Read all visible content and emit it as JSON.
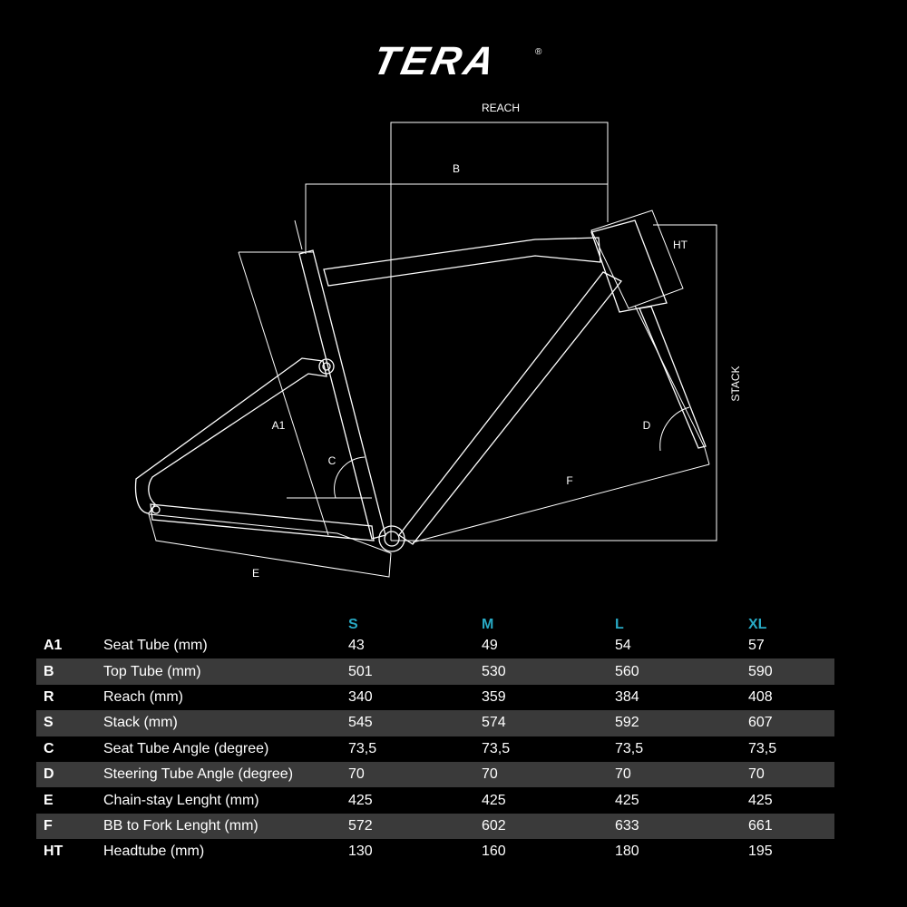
{
  "brand": {
    "logo_text": "TERA",
    "registered_mark": "®"
  },
  "diagram": {
    "labels": {
      "reach": "REACH",
      "b": "B",
      "ht": "HT",
      "stack": "STACK",
      "a1": "A1",
      "c": "C",
      "d": "D",
      "e": "E",
      "f": "F"
    }
  },
  "table": {
    "sizes": [
      "S",
      "M",
      "L",
      "XL"
    ],
    "rows": [
      {
        "code": "A1",
        "name": "Seat Tube (mm)",
        "values": [
          "43",
          "49",
          "54",
          "57"
        ]
      },
      {
        "code": "B",
        "name": "Top Tube (mm)",
        "values": [
          "501",
          "530",
          "560",
          "590"
        ]
      },
      {
        "code": "R",
        "name": "Reach (mm)",
        "values": [
          "340",
          "359",
          "384",
          "408"
        ]
      },
      {
        "code": "S",
        "name": "Stack (mm)",
        "values": [
          "545",
          "574",
          "592",
          "607"
        ]
      },
      {
        "code": "C",
        "name": "Seat Tube Angle (degree)",
        "values": [
          "73,5",
          "73,5",
          "73,5",
          "73,5"
        ]
      },
      {
        "code": "D",
        "name": "Steering Tube Angle (degree)",
        "values": [
          "70",
          "70",
          "70",
          "70"
        ]
      },
      {
        "code": "E",
        "name": "Chain-stay Lenght (mm)",
        "values": [
          "425",
          "425",
          "425",
          "425"
        ]
      },
      {
        "code": "F",
        "name": "BB to Fork Lenght (mm)",
        "values": [
          "572",
          "602",
          "633",
          "661"
        ]
      },
      {
        "code": "HT",
        "name": "Headtube (mm)",
        "values": [
          "130",
          "160",
          "180",
          "195"
        ]
      }
    ]
  },
  "colors": {
    "background": "#000000",
    "size_header": "#28a9c4",
    "row_shade": "#3a3a3a",
    "line": "#ffffff"
  }
}
